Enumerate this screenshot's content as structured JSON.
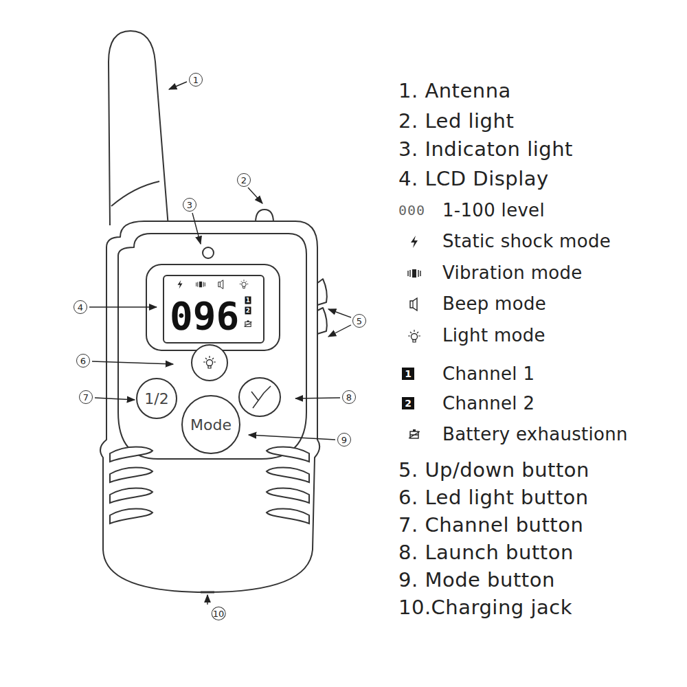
{
  "diagram": {
    "nodes": [
      {
        "text": [
          "096"
        ]
      },
      {
        "text": [
          "1/2"
        ]
      },
      {
        "text": [
          "Mode"
        ]
      }
    ],
    "labels": [
      "1",
      "2",
      "3",
      "4",
      "5",
      "6",
      "7",
      "8",
      "9",
      "10",
      "1. Antenna",
      "2. Led light",
      "3. Indicaton light",
      "4. LCD Display",
      "000",
      "1-100 level",
      "Static shock mode",
      "Vibration mode",
      "Beep mode",
      "Light mode",
      "1",
      "Channel 1",
      "2",
      "Channel 2",
      "Battery exhaustionn",
      "5. Up/down button",
      "6. Led light button",
      "7. Channel button",
      "8. Launch button",
      "9. Mode button",
      "10.Charging jack",
      "1",
      "2"
    ]
  }
}
